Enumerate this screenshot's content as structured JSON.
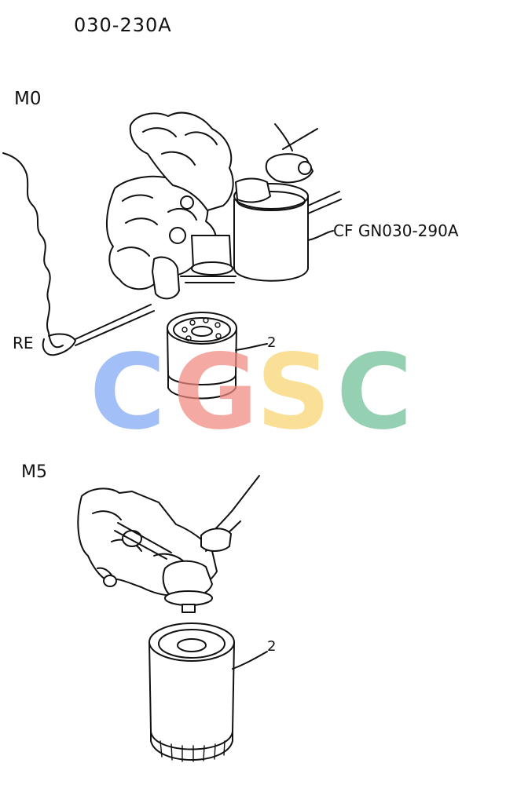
{
  "header": {
    "drawing_code": "030-230A"
  },
  "sections": [
    {
      "variant": "M0",
      "callouts": {
        "cf": "CF GN030-290A",
        "re": "RE",
        "part": "2"
      }
    },
    {
      "variant": "M5",
      "callouts": {
        "part": "2"
      }
    }
  ],
  "watermark": {
    "letters": [
      "C",
      "G",
      "S",
      "C"
    ],
    "colors": [
      "#7fa9f5",
      "#f08a80",
      "#f8d56e",
      "#6fbe96"
    ]
  }
}
